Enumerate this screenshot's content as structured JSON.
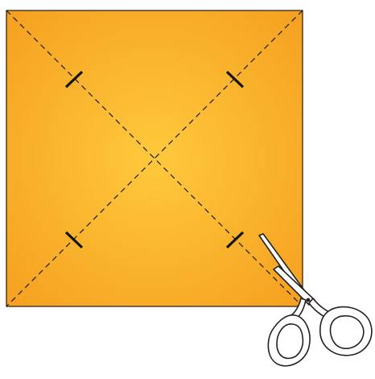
{
  "figure": {
    "paper_color_center": "#FFC93C",
    "paper_color_edge": "#F5A020",
    "outline_color": "#1a1a1a",
    "fold_line_color": "#1a1a1a",
    "cut_mark_color": "#111111",
    "scissors_fill": "#ffffff",
    "scissors_stroke": "#222222",
    "fold_lines": [
      {
        "name": "diagonal-fold-line-1"
      },
      {
        "name": "diagonal-fold-line-2"
      }
    ],
    "cut_marks": [
      {
        "name": "cut-mark-top-left"
      },
      {
        "name": "cut-mark-top-right"
      },
      {
        "name": "cut-mark-bottom-left"
      },
      {
        "name": "cut-mark-bottom-right"
      }
    ],
    "icons": [
      "scissors-icon"
    ]
  }
}
